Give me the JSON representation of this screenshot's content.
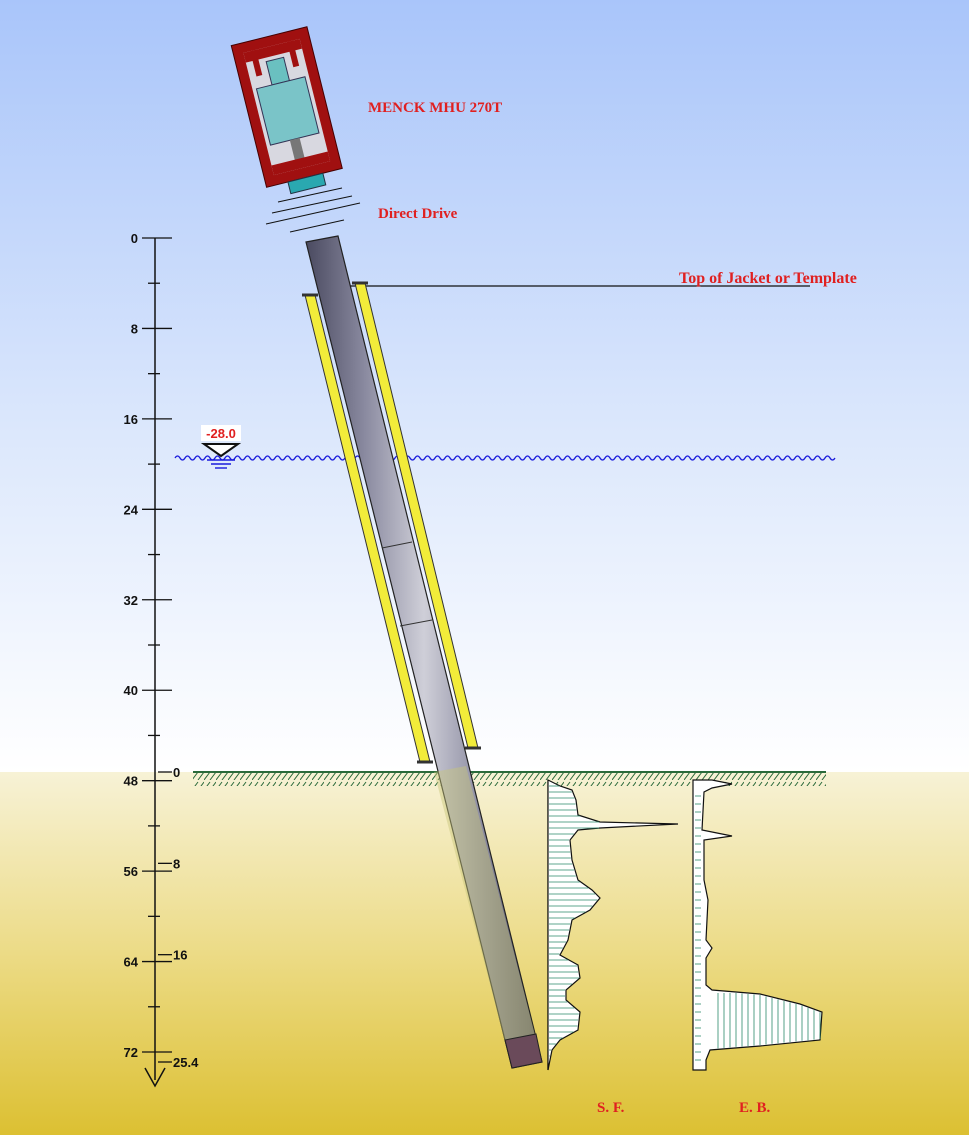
{
  "diagram": {
    "hammer_label": "MENCK MHU 270T",
    "drive_label": "Direct Drive",
    "jacket_label": "Top of Jacket or Template",
    "water_level_label": "-28.0",
    "sf_label": "S. F.",
    "eb_label": "E. B.",
    "depth_scale": {
      "ticks": [
        0,
        8,
        16,
        24,
        32,
        40,
        48,
        56,
        64,
        72
      ],
      "labels": [
        "0",
        "8",
        "16",
        "24",
        "32",
        "40",
        "48",
        "56",
        "64",
        "72"
      ]
    },
    "penetration_scale": {
      "ticks": [
        0,
        8,
        16,
        25.4
      ],
      "labels": [
        "0",
        "8",
        "16",
        "25.4"
      ]
    },
    "colors": {
      "sky_top": "#aac6fa",
      "sky_bottom": "#ffffff",
      "soil_top": "#f6f0d0",
      "soil_bottom": "#dcc030",
      "water_line": "#1a1adc",
      "mudline": "#2a6a3a",
      "label_red": "#e02020",
      "hammer_frame": "#a01010",
      "sleeve": "#f2ec3a"
    }
  }
}
